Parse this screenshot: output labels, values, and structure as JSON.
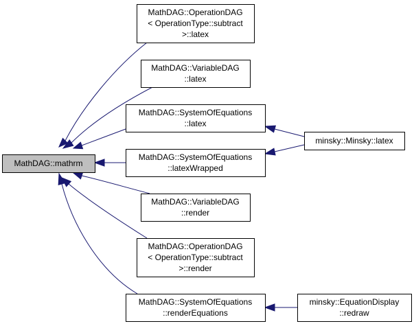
{
  "nodes": [
    {
      "id": "root",
      "lines": [
        "MathDAG::mathrm"
      ],
      "root": true
    },
    {
      "id": "op_latex",
      "lines": [
        "MathDAG::OperationDAG",
        "< OperationType::subtract",
        ">::latex"
      ]
    },
    {
      "id": "var_latex",
      "lines": [
        "MathDAG::VariableDAG",
        "::latex"
      ]
    },
    {
      "id": "soe_latex",
      "lines": [
        "MathDAG::SystemOfEquations",
        "::latex"
      ]
    },
    {
      "id": "soe_latexwrapped",
      "lines": [
        "MathDAG::SystemOfEquations",
        "::latexWrapped"
      ]
    },
    {
      "id": "var_render",
      "lines": [
        "MathDAG::VariableDAG",
        "::render"
      ]
    },
    {
      "id": "op_render",
      "lines": [
        "MathDAG::OperationDAG",
        "< OperationType::subtract",
        ">::render"
      ]
    },
    {
      "id": "soe_render",
      "lines": [
        "MathDAG::SystemOfEquations",
        "::renderEquations"
      ]
    },
    {
      "id": "minsky_latex",
      "lines": [
        "minsky::Minsky::latex"
      ]
    },
    {
      "id": "eqdisplay_redraw",
      "lines": [
        "minsky::EquationDisplay",
        "::redraw"
      ]
    }
  ],
  "edges": [
    {
      "from": "op_latex",
      "to": "root"
    },
    {
      "from": "var_latex",
      "to": "root"
    },
    {
      "from": "soe_latex",
      "to": "root"
    },
    {
      "from": "soe_latexwrapped",
      "to": "root"
    },
    {
      "from": "var_render",
      "to": "root"
    },
    {
      "from": "op_render",
      "to": "root"
    },
    {
      "from": "soe_render",
      "to": "root"
    },
    {
      "from": "minsky_latex",
      "to": "soe_latex"
    },
    {
      "from": "minsky_latex",
      "to": "soe_latexwrapped"
    },
    {
      "from": "eqdisplay_redraw",
      "to": "soe_render"
    }
  ],
  "colors": {
    "edge": "#191970",
    "root_fill": "#bfbfbf",
    "node_fill": "#ffffff"
  }
}
